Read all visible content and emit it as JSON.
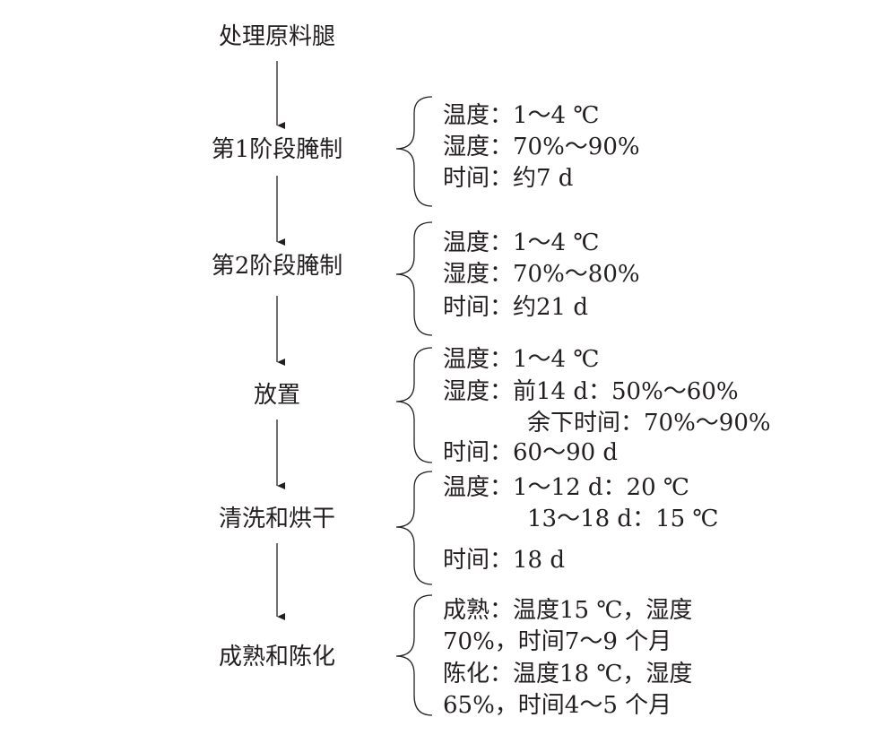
{
  "steps": [
    {
      "name": "处理原料腿",
      "details": []
    },
    {
      "name": "第1阶段腌制",
      "details": [
        "温度：1～4 ℃",
        "湿度：70%～90%",
        "时间：约7 d"
      ]
    },
    {
      "name": "第2阶段腌制",
      "details": [
        "温度：1～4 ℃",
        "湿度：70%～80%",
        "时间：约21 d"
      ]
    },
    {
      "name": "放置",
      "details": [
        "温度：1～4 ℃",
        "湿度：前14 d：50%～60%",
        "余下时间：70%～90%",
        "时间：60～90 d"
      ]
    },
    {
      "name": "清洗和烘干",
      "details": [
        "温度：1～12 d：20 ℃",
        "13～18 d：15 ℃",
        "时间：18 d"
      ]
    },
    {
      "name": "成熟和陈化",
      "details": [
        "成熟：温度15 ℃，湿度",
        "70%，时间7～9 个月",
        "陈化：温度18 ℃，湿度",
        "65%，时间4～5 个月"
      ]
    }
  ]
}
